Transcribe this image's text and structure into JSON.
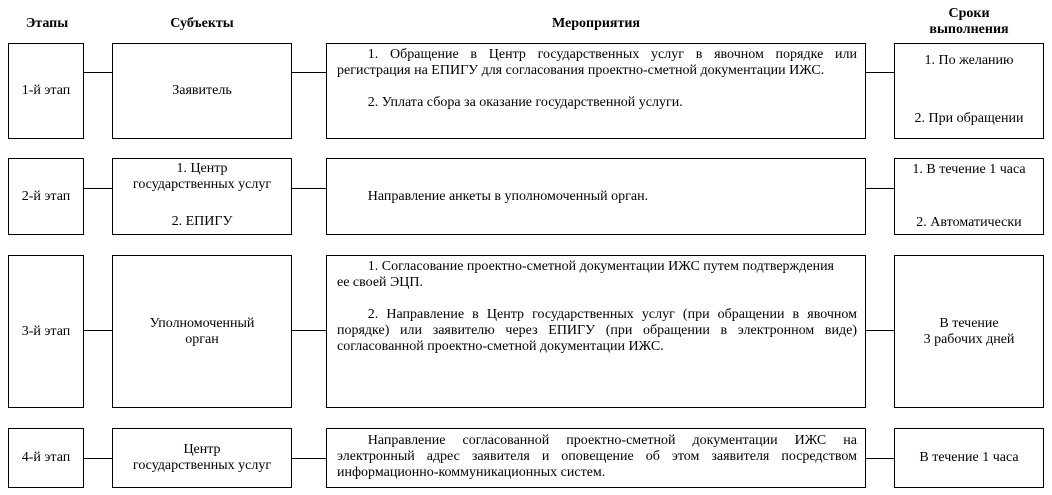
{
  "headers": {
    "stages": "Этапы",
    "subjects": "Субъекты",
    "activities": "Мероприятия",
    "deadlines_line1": "Сроки",
    "deadlines_line2": "выполнения"
  },
  "rows": [
    {
      "stage": "1-й этап",
      "subject": [
        "Заявитель"
      ],
      "activities": [
        "1. Обращение в Центр государственных услуг в явочном порядке или регистрация на ЕПИГУ для согласования проектно-сметной документации ИЖС.",
        "2. Уплата сбора за оказание государственной услуги."
      ],
      "deadlines": [
        "1. По желанию",
        "2. При обращении"
      ]
    },
    {
      "stage": "2-й этап",
      "subject": [
        "1. Центр",
        "государственных услуг",
        "2. ЕПИГУ"
      ],
      "activities": [
        "Направление анкеты в уполномоченный орган."
      ],
      "deadlines": [
        "1. В течение 1 часа",
        "2. Автоматически"
      ]
    },
    {
      "stage": "3-й этап",
      "subject": [
        "Уполномоченный",
        "орган"
      ],
      "activities": [
        "1. Согласование проектно-сметной документации ИЖС путем подтверждения",
        "ее своей ЭЦП.",
        "2. Направление в Центр государственных услуг (при обращении в явочном порядке) или заявителю через ЕПИГУ (при обращении в электронном виде) согласованной проектно-сметной документации ИЖС."
      ],
      "deadlines": [
        "В течение",
        "3 рабочих дней"
      ]
    },
    {
      "stage": "4-й этап",
      "subject": [
        "Центр",
        "государственных услуг"
      ],
      "activities": [
        "Направление согласованной проектно-сметной документации ИЖС на электронный адрес заявителя и оповещение об этом заявителя посредством информационно-коммуникационных систем."
      ],
      "deadlines": [
        "В течение 1 часа"
      ]
    }
  ]
}
